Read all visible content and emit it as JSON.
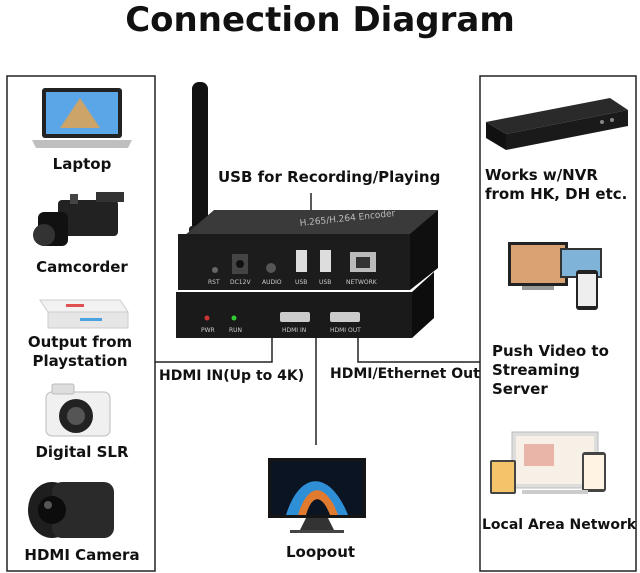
{
  "title": "Connection Diagram",
  "device": {
    "top_label": "H.265/H.264 Encoder",
    "ports_back": [
      "RST",
      "DC12V",
      "AUDIO",
      "USB",
      "USB",
      "NETWORK"
    ],
    "ports_front": [
      "PWR",
      "RUN",
      "HDMI IN",
      "HDMI OUT"
    ]
  },
  "labels": {
    "usb": "USB for Recording/Playing",
    "hdmi_in": "HDMI IN(Up to 4K)",
    "hdmi_out": "HDMI/Ethernet Out",
    "loopout": "Loopout"
  },
  "sources": [
    {
      "label": "Laptop",
      "icon": "laptop-icon"
    },
    {
      "label": "Camcorder",
      "icon": "camcorder-icon"
    },
    {
      "label": "Output from Playstation",
      "icon": "playstation-icon"
    },
    {
      "label": "Digital SLR",
      "icon": "dslr-icon"
    },
    {
      "label": "HDMI Camera",
      "icon": "hdmi-camera-icon"
    }
  ],
  "outputs": [
    {
      "label": "Works w/NVR from HK, DH etc.",
      "icon": "nvr-icon"
    },
    {
      "label": "Push Video to Streaming Server",
      "icon": "streaming-screens-icon"
    },
    {
      "label": "Local Area Network",
      "icon": "lan-devices-icon"
    }
  ],
  "colors": {
    "line": "#222222",
    "device": "#1c1c1c",
    "antenna": "#111111"
  }
}
